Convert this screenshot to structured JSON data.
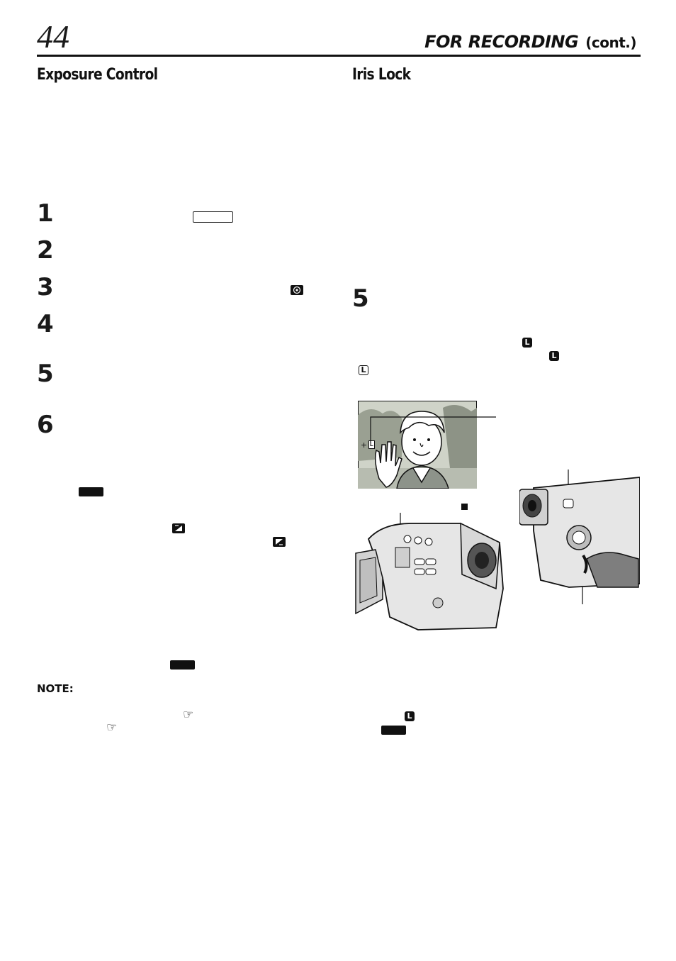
{
  "header": {
    "page_number": "44",
    "running_title": "FOR RECORDING",
    "running_subtitle": "(cont.)"
  },
  "left_column": {
    "heading": "Exposure Control",
    "steps": [
      "1",
      "2",
      "3",
      "4",
      "5",
      "6"
    ],
    "note_label": "NOTE:"
  },
  "right_column": {
    "heading": "Iris Lock",
    "steps": [
      "5"
    ],
    "lock_icon_letter": "L"
  },
  "illustration": {
    "viewfinder_plus": "+",
    "viewfinder_lock": "L"
  }
}
